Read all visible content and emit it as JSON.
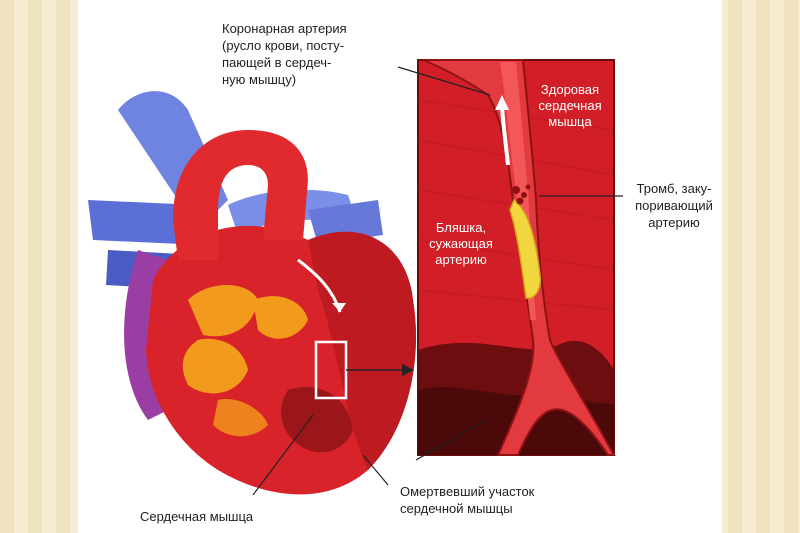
{
  "labels": {
    "coronary_artery": "Коронарная артерия\n(русло крови, посту-\nпающей в сердеч-\nную мышцу)",
    "healthy_muscle": "Здоровая\nсердечная\nмышца",
    "thrombus": "Тромб, заку-\nпоривающий\nартерию",
    "plaque": "Бляшка,\nсужающая\nартерию",
    "dead_area": "Омертвевший участок\nсердечной мышцы",
    "heart_muscle": "Сердечная мышца"
  },
  "colors": {
    "background": "#f3e7c8",
    "heart_red": "#d8232a",
    "vein_blue": "#5b6fd6",
    "plaque_yellow": "#f2d640",
    "tissue_dark": "#8a1410"
  }
}
